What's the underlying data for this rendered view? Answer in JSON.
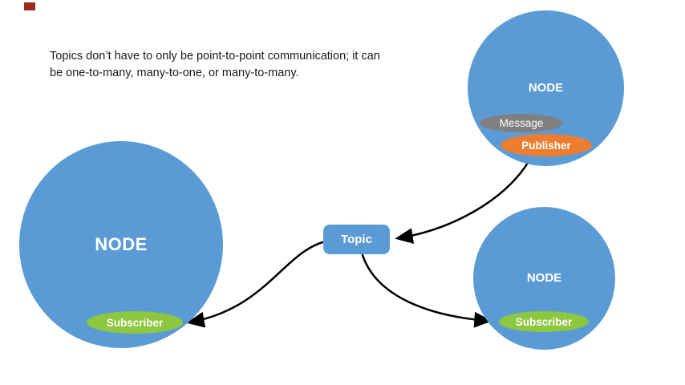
{
  "caption": {
    "text": "Topics don’t have to only be point-to-point communication; it can be one-to-many, many-to-one, or many-to-many."
  },
  "topic": {
    "label": "Topic"
  },
  "nodes": {
    "left": {
      "label": "NODE",
      "subscriber_label": "Subscriber"
    },
    "top_right": {
      "label": "NODE",
      "message_label": "Message",
      "publisher_label": "Publisher"
    },
    "bottom_right": {
      "label": "NODE",
      "subscriber_label": "Subscriber"
    }
  },
  "colors": {
    "node_fill": "#5b9bd5",
    "topic_fill": "#5b9bd5",
    "publisher_fill": "#ed7d31",
    "subscriber_fill": "#8dc63f",
    "message_fill": "#7f7f7f",
    "arrow": "#000000",
    "accent_mark": "#9e2a1e",
    "text_on_fill": "#ffffff",
    "caption_text": "#1a1a1a"
  }
}
